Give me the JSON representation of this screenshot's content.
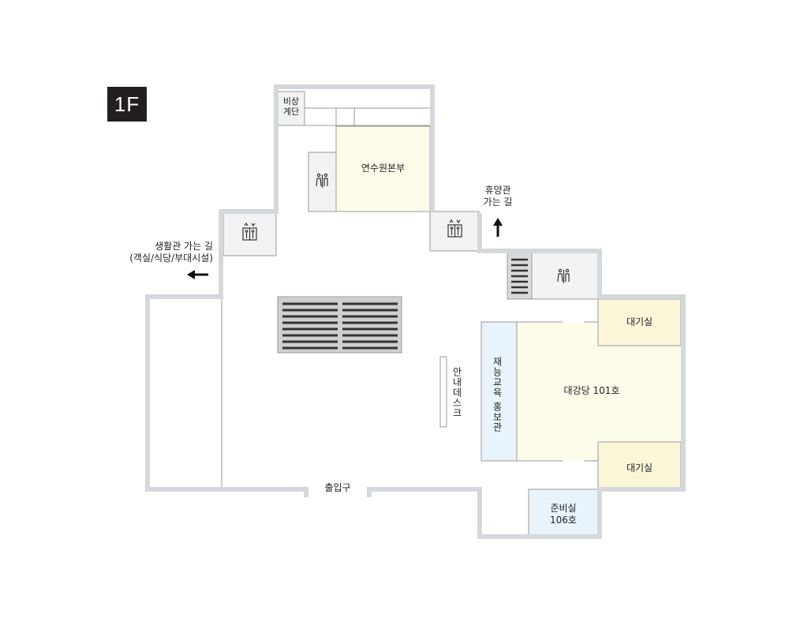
{
  "floor": "1F",
  "rooms": {
    "emergency_stairs": [
      "비상",
      "계단"
    ],
    "training_hq": "연수원본부",
    "waiting_room_top": "대기실",
    "waiting_room_bottom": "대기실",
    "auditorium": "대강당 101호",
    "promo_hall": "재능교육 홍보관",
    "prep_room": [
      "준비실",
      "106호"
    ],
    "info_desk": "안내데스크",
    "entrance": "출입구"
  },
  "directions": {
    "to_yuyang": [
      "휴양관",
      "가는 길"
    ],
    "to_saenghwal": [
      "생활관 가는 길",
      "(객실/식당/부대시설)"
    ]
  },
  "icons": {
    "elevator": "elevator-icon",
    "restroom": "restroom-icon",
    "stairs": "stairs-icon",
    "arrow_up": "arrow-up-icon",
    "arrow_left": "arrow-left-icon"
  },
  "colors": {
    "wall": "#d3d8dc",
    "line": "#999999",
    "cream_room": "#fdfbea",
    "yellow_room": "#fbf6d8",
    "blue_room": "#e9f3fb",
    "grey_room": "#f1f2f3",
    "stair_fill": "#cfcfcf",
    "badge": "#231f20"
  }
}
